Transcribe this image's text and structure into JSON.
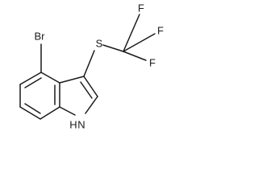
{
  "molecule": {
    "atoms": {
      "bromine": "Br",
      "sulfur": "S",
      "fluorine_top": "F",
      "fluorine_right": "F",
      "fluorine_lower": "F",
      "nitrogen_h": "H",
      "nitrogen": "N"
    },
    "ink_color": "#1a1a1a"
  }
}
